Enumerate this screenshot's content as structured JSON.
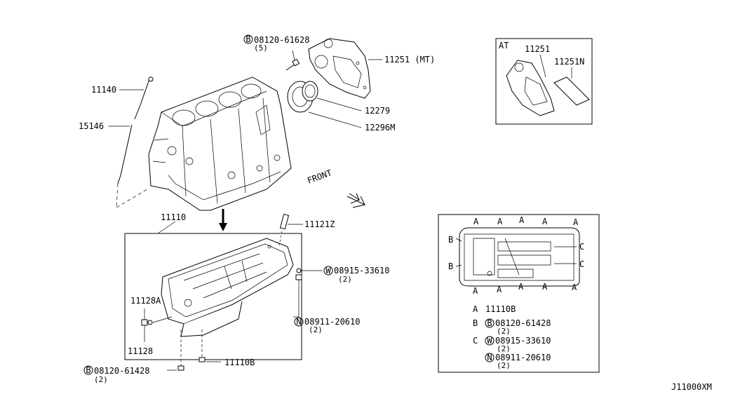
{
  "parts": {
    "p11140": "11140",
    "p15146": "15146",
    "bolt_top_code": "08120-61628",
    "bolt_top_qty": "(5)",
    "p11251_mt": "11251 (MT)",
    "p12279": "12279",
    "p12296m": "12296M",
    "p11110": "11110",
    "p11121z": "11121Z",
    "washer_code": "08915-33610",
    "washer_qty": "(2)",
    "nut_code": "08911-20610",
    "nut_qty": "(2)",
    "p11128a": "11128A",
    "p11128": "11128",
    "p11110b": "11110B",
    "bolt_bottom_code": "08120-61428",
    "bolt_bottom_qty": "(2)"
  },
  "at_box": {
    "title": "AT",
    "p11251": "11251",
    "p11251n": "11251N"
  },
  "front_label": "FRONT",
  "pan_key": {
    "letters": {
      "a": "A",
      "b": "B",
      "c": "C"
    },
    "legend": [
      {
        "letter": "A",
        "code": "11110B",
        "prefix": "",
        "qty": ""
      },
      {
        "letter": "B",
        "code": "08120-61428",
        "prefix": "B",
        "qty": "(2)"
      },
      {
        "letter": "C",
        "code": "08915-33610",
        "prefix": "W",
        "qty": "(2)"
      },
      {
        "letter": "",
        "code": "08911-20610",
        "prefix": "N",
        "qty": "(2)"
      }
    ]
  },
  "circle_prefixes": {
    "bolt": "B",
    "washer": "W",
    "nut": "N"
  },
  "diagram_id": "J11000XM"
}
